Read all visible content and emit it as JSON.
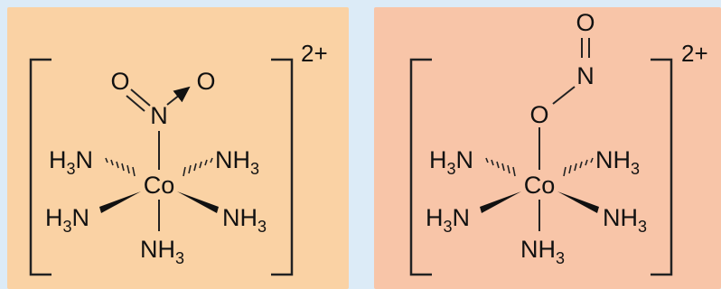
{
  "panels": [
    {
      "id": "nitro",
      "background": "#fad2a4",
      "charge": "2+",
      "co": "Co",
      "nitrogen": "N",
      "oxygen_left": "O",
      "oxygen_right": "O",
      "ligand_ul": {
        "main": "H",
        "sub": "3",
        "tail": "N"
      },
      "ligand_ur": {
        "main": "NH",
        "sub": "3"
      },
      "ligand_ll": {
        "main": "H",
        "sub": "3",
        "tail": "N"
      },
      "ligand_lr": {
        "main": "NH",
        "sub": "3"
      },
      "ligand_bottom": {
        "main": "NH",
        "sub": "3"
      }
    },
    {
      "id": "nitrito",
      "background": "#f8c5a8",
      "charge": "2+",
      "co": "Co",
      "oxygen_top": "O",
      "nitrogen": "N",
      "oxygen_bound": "O",
      "ligand_ul": {
        "main": "H",
        "sub": "3",
        "tail": "N"
      },
      "ligand_ur": {
        "main": "NH",
        "sub": "3"
      },
      "ligand_ll": {
        "main": "H",
        "sub": "3",
        "tail": "N"
      },
      "ligand_lr": {
        "main": "NH",
        "sub": "3"
      },
      "ligand_bottom": {
        "main": "NH",
        "sub": "3"
      }
    }
  ]
}
